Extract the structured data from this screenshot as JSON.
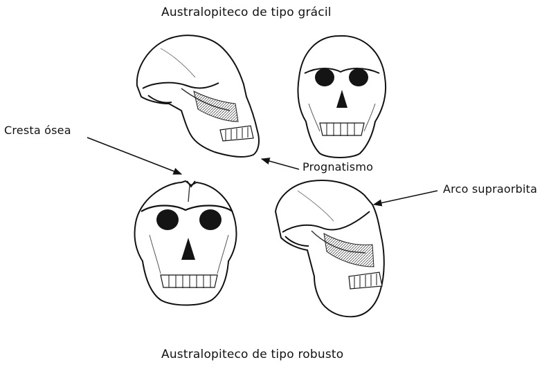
{
  "titles": {
    "top": "Australopiteco de tipo grácil",
    "bottom": "Australopiteco de tipo robusto"
  },
  "labels": {
    "crest": "Cresta ósea",
    "prognathism": "Prognatismo",
    "supraorbital": "Arco supraorbita"
  },
  "illustrations": {
    "gracile_side": "gracile-skull-side-view",
    "gracile_front": "gracile-skull-front-view",
    "robust_front": "robust-skull-front-view",
    "robust_side": "robust-skull-side-view"
  },
  "colors": {
    "ink": "#111111",
    "bone": "#ffffff",
    "shade": "#555555",
    "socket": "#141414"
  }
}
